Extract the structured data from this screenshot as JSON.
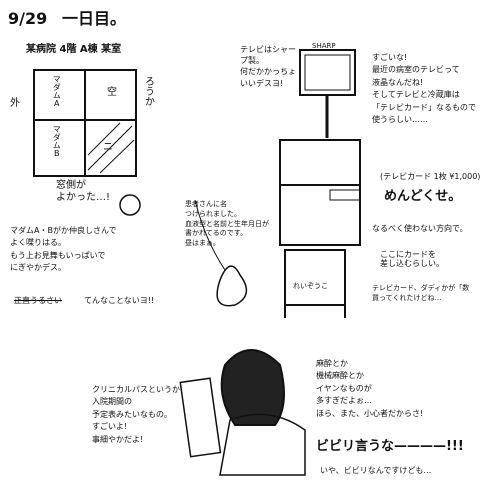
{
  "header": {
    "date": "9/29",
    "day": "一日目。"
  },
  "room_title": "某病院 4階 A棟 某室",
  "floorplan": {
    "outside": "外",
    "hallway": "ろうか",
    "cells": [
      "マダムA",
      "空",
      "マダムB",
      "ニ"
    ]
  },
  "notes": {
    "window_side": "窓側が\nよかった…!",
    "madam_chat": "マダムA・Bがか仲良しさんで\nよく喋りはる。\nもう上お見舞もいっぱいで\nにぎやかデス。",
    "noisy_crossed": "正直うるさい",
    "noisy_note": "てんなことないヨ!!",
    "wristband": "患者さんに名\nつけられました。\n血液型と名前と生年月日が\n書かれてるのです。\n昼はまぁ。",
    "tv_note": "テレビはシャープ製。\n何だかかっちょいいデスヨ!",
    "tv_brand": "SHARP",
    "latest_tv": "すごいな!\n最近の病室のテレビって\n液晶なんだね!\nそしてテレビと冷蔵庫は\n「テレビカード」なるもので\n使うらしい……",
    "card_price": "(テレビカード 1枚 ¥1,000)",
    "mendokuse": "めんどくせ。",
    "minimal": "なるべく使わない方向で。",
    "card_insert": "ここにカードを\n差し込むらしい。",
    "card_gift": "テレビカード、ダディかが「数\n買ってくれたけどね…",
    "fridge": "れいぞうこ",
    "pamphlet": "クリニカルパスというか\n入院期間の\n予定表みたいなもの。\nすごいよ!\n事細やかだよ!",
    "worry": "麻酔とか\n機械麻酔とか\nイヤンなものが\n多すぎだよぉ…\nほら、また、小心者だからさ!",
    "bibiri": "ビビリ言うな————!!!",
    "bibiri_sub": "いや、ビビリなんですけども…"
  }
}
